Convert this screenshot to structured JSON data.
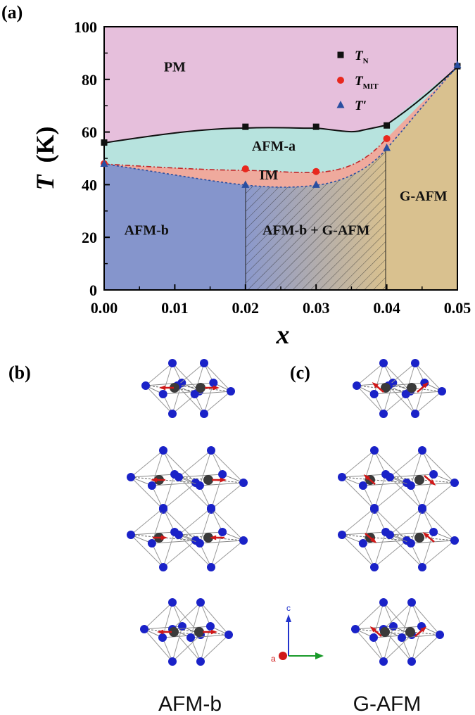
{
  "figure": {
    "panel_a": "(a)",
    "panel_b": "(b)",
    "panel_c": "(c)",
    "caption_b": "AFM-b",
    "caption_c": "G-AFM",
    "axes_triad": {
      "c": "c",
      "a": "a"
    }
  },
  "chart_data": {
    "type": "scatter",
    "xlabel": "x",
    "ylabel_main": "T",
    "ylabel_unit": "(K)",
    "xlim": [
      0,
      0.05
    ],
    "ylim": [
      0,
      100
    ],
    "xticks": [
      "0.00",
      "0.01",
      "0.02",
      "0.03",
      "0.04",
      "0.05"
    ],
    "yticks": [
      "0",
      "20",
      "40",
      "60",
      "80",
      "100"
    ],
    "legend_placement": "top-right",
    "series": [
      {
        "name": "T",
        "sub": "N",
        "marker": "square",
        "color": "#111111",
        "x": [
          0.0,
          0.02,
          0.03,
          0.04,
          0.05
        ],
        "y": [
          56,
          62,
          62,
          62.5,
          85
        ]
      },
      {
        "name": "T",
        "sub": "MIT",
        "marker": "circle",
        "color": "#e8281e",
        "x": [
          0.0,
          0.02,
          0.03,
          0.04
        ],
        "y": [
          48,
          46,
          45,
          57.5
        ]
      },
      {
        "name": "T′",
        "sub": "",
        "marker": "triangle",
        "color": "#2a4ea0",
        "x": [
          0.0,
          0.02,
          0.03,
          0.04,
          0.05
        ],
        "y": [
          48,
          40,
          40,
          54,
          85.5
        ]
      }
    ],
    "regions": [
      {
        "label": "PM",
        "x": 0.01,
        "y": 83,
        "color": "#e6bfdc"
      },
      {
        "label": "AFM-a",
        "x": 0.024,
        "y": 53,
        "color": "#b7e3de"
      },
      {
        "label": "IM",
        "x": 0.0233,
        "y": 42,
        "color": "#efaa9d"
      },
      {
        "label": "AFM-b",
        "x": 0.006,
        "y": 21,
        "color": "#8595cc"
      },
      {
        "label": "AFM-b + G-AFM",
        "x": 0.03,
        "y": 21,
        "color": "#9aa1c6"
      },
      {
        "label": "G-AFM",
        "x": 0.0452,
        "y": 34,
        "color": "#d9c18f"
      }
    ]
  }
}
